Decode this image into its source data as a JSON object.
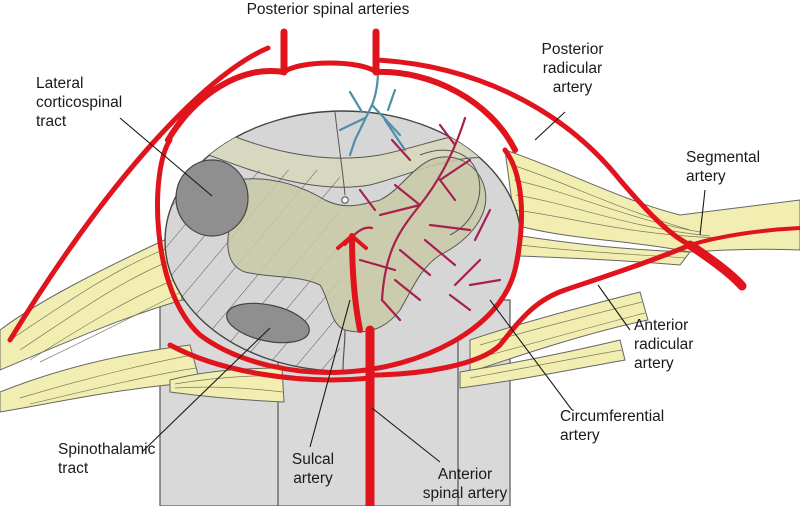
{
  "labels": {
    "posterior_spinal_arteries": "Posterior spinal arteries",
    "posterior_radicular_artery": "Posterior\nradicular\nartery",
    "lateral_corticospinal_tract": "Lateral\ncorticospinal\ntract",
    "segmental_artery": "Segmental\nartery",
    "anterior_radicular_artery": "Anterior\nradicular\nartery",
    "circumferential_artery": "Circumferential\nartery",
    "spinothalamic_tract": "Spinothalamic\ntract",
    "sulcal_artery": "Sulcal\nartery",
    "anterior_spinal_artery": "Anterior\nspinal artery"
  },
  "colors": {
    "artery": "#e0141c",
    "branch": "#a8204e",
    "vein_blue": "#4f8fa8",
    "nerve": "#f2eeb2",
    "cord": "#d6d6d6",
    "grey_matter": "#c9c9a6",
    "tract": "#8f8f8f"
  }
}
